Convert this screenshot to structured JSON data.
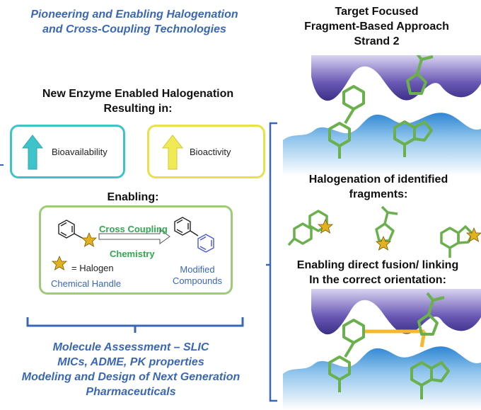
{
  "header": {
    "line1": "Pioneering and Enabling Halogenation",
    "line2": "and Cross-Coupling Technologies"
  },
  "enzyme": {
    "line1": "New Enzyme Enabled Halogenation",
    "line2": "Resulting in:"
  },
  "outcomes": {
    "bioavailability": "Bioavailability",
    "bioactivity": "Bioactivity"
  },
  "enabling": {
    "title": "Enabling:",
    "cross_coupling": "Cross Coupling",
    "chemistry": "Chemistry",
    "halogen_legend": "= Halogen",
    "chemical_handle": "Chemical Handle",
    "modified_line1": "Modified",
    "modified_line2": "Compounds"
  },
  "assessment": {
    "line1": "Molecule Assessment – SLIC",
    "line2": "MICs, ADME, PK properties",
    "line3": "Modeling and Design of Next Generation",
    "line4": "Pharmaceuticals"
  },
  "right": {
    "target_line1": "Target Focused",
    "target_line2": "Fragment-Based Approach",
    "target_line3": "Strand 2",
    "halogenation_line1": "Halogenation of identified",
    "halogenation_line2": "fragments:",
    "fusion_line1": "Enabling direct fusion/ linking",
    "fusion_line2": "In the correct orientation:"
  },
  "colors": {
    "accent_blue": "#3a67b5",
    "teal": "#3ec3c9",
    "yellow": "#e8e24a",
    "green_box": "#8dc26a",
    "molecule_green": "#6ab04c",
    "star_gold": "#e2b120",
    "linker_orange": "#f5b82e",
    "protein_purple": "#5b4aa6",
    "protein_blue": "#3d8fd6"
  }
}
